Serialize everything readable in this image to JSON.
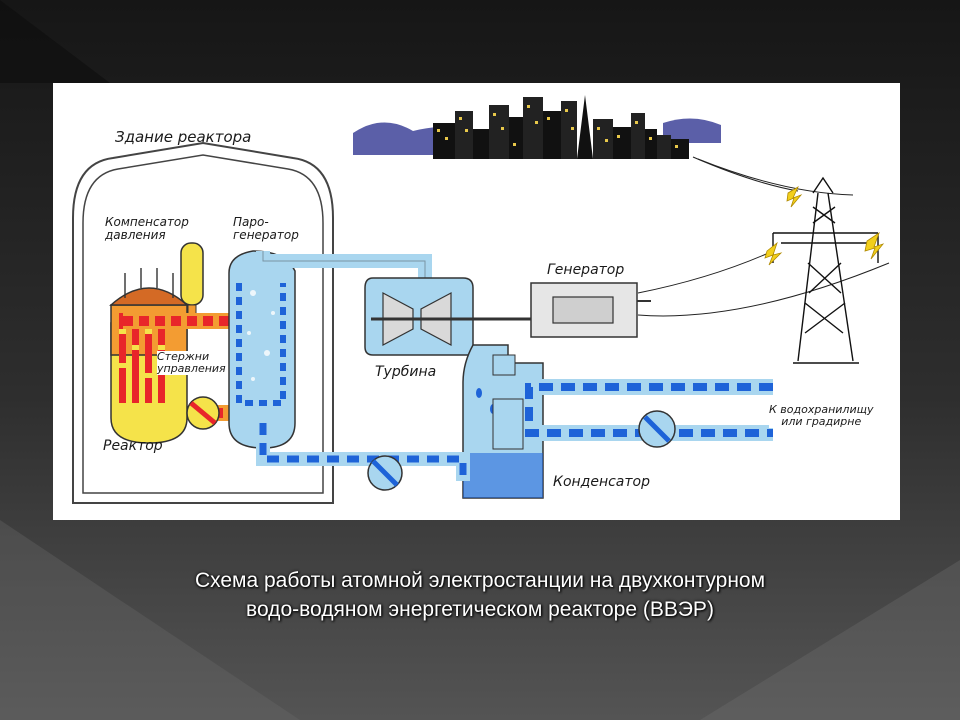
{
  "slide": {
    "caption_line1": "Схема работы атомной электростанции на двухконтурном",
    "caption_line2": "водо-водяном энергетическом реакторе (ВВЭР)"
  },
  "diagram": {
    "labels": {
      "building": "Здание реактора",
      "pressurizer_line1": "Компенсатор",
      "pressurizer_line2": "давления",
      "steam_gen_line1": "Паро-",
      "steam_gen_line2": "генератор",
      "control_rods_line1": "Стержни",
      "control_rods_line2": "управления",
      "reactor": "Реактор",
      "turbine": "Турбина",
      "generator": "Генератор",
      "condenser": "Конденсатор",
      "reservoir_line1": "К водохранилищу",
      "reservoir_line2": "или градирне"
    },
    "colors": {
      "slide_background": "#3a3a3a",
      "primary_loop": "#e8262a",
      "secondary_water": "#1e63d8",
      "steam": "#a9d6ef",
      "reactor_yellow": "#f5e34a"
    }
  }
}
